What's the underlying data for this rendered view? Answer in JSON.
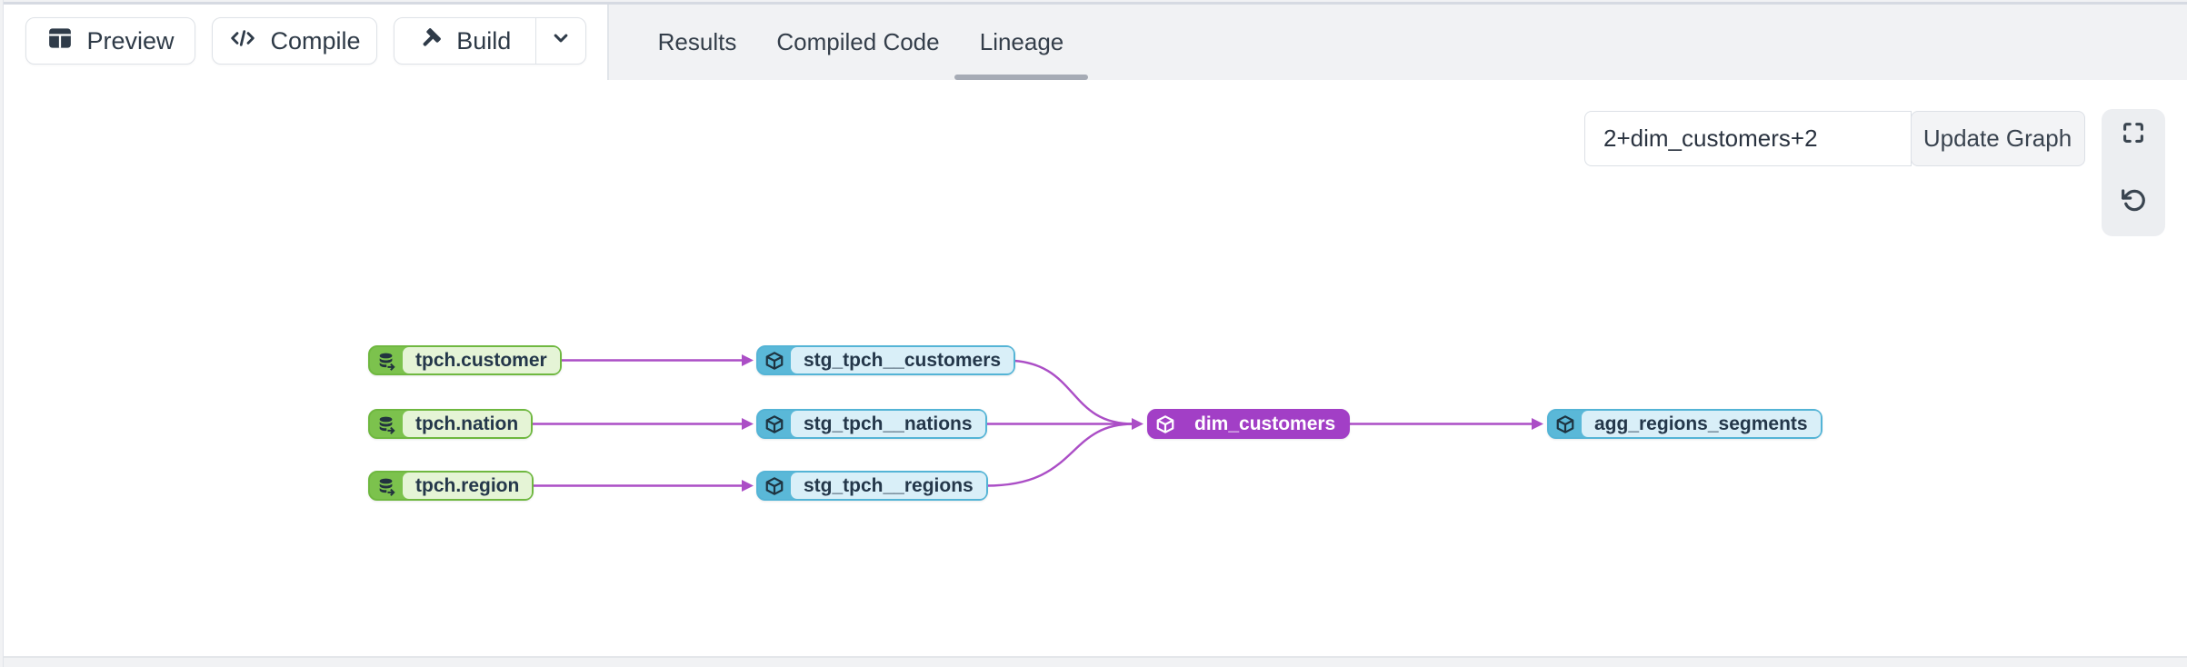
{
  "toolbar": {
    "preview_label": "Preview",
    "compile_label": "Compile",
    "build_label": "Build",
    "preview_icon": "table-grid-icon",
    "compile_icon": "code-icon",
    "build_icon": "hammer-icon",
    "build_caret_icon": "chevron-down-icon",
    "tabs": [
      {
        "label": "Results",
        "active": false
      },
      {
        "label": "Compiled Code",
        "active": false
      },
      {
        "label": "Lineage",
        "active": true
      }
    ]
  },
  "lineage_controls": {
    "selector_value": "2+dim_customers+2",
    "update_button_label": "Update Graph",
    "fullscreen_icon": "fullscreen-icon",
    "reset_icon": "rotate-ccw-icon"
  },
  "graph": {
    "nodes": [
      {
        "label": "tpch.customer",
        "type": "source",
        "icon": "database-icon"
      },
      {
        "label": "tpch.nation",
        "type": "source",
        "icon": "database-icon"
      },
      {
        "label": "tpch.region",
        "type": "source",
        "icon": "database-icon"
      },
      {
        "label": "stg_tpch__customers",
        "type": "model",
        "icon": "cube-icon"
      },
      {
        "label": "stg_tpch__nations",
        "type": "model",
        "icon": "cube-icon"
      },
      {
        "label": "stg_tpch__regions",
        "type": "model",
        "icon": "cube-icon"
      },
      {
        "label": "dim_customers",
        "type": "model-selected",
        "icon": "cube-icon"
      },
      {
        "label": "agg_regions_segments",
        "type": "model",
        "icon": "cube-icon"
      }
    ],
    "edges": [
      {
        "from": "tpch.customer",
        "to": "stg_tpch__customers"
      },
      {
        "from": "tpch.nation",
        "to": "stg_tpch__nations"
      },
      {
        "from": "tpch.region",
        "to": "stg_tpch__regions"
      },
      {
        "from": "stg_tpch__customers",
        "to": "dim_customers"
      },
      {
        "from": "stg_tpch__nations",
        "to": "dim_customers"
      },
      {
        "from": "stg_tpch__regions",
        "to": "dim_customers"
      },
      {
        "from": "dim_customers",
        "to": "agg_regions_segments"
      }
    ],
    "colors": {
      "source_border": "#6fb840",
      "source_icon_bg": "#7cc24d",
      "source_label_bg": "#e5f4d6",
      "model_border": "#5ab8d8",
      "model_label_bg": "#d9eff8",
      "selected_node": "#a23fc6",
      "edge": "#ab4ec6",
      "node_text": "#24374a"
    }
  }
}
